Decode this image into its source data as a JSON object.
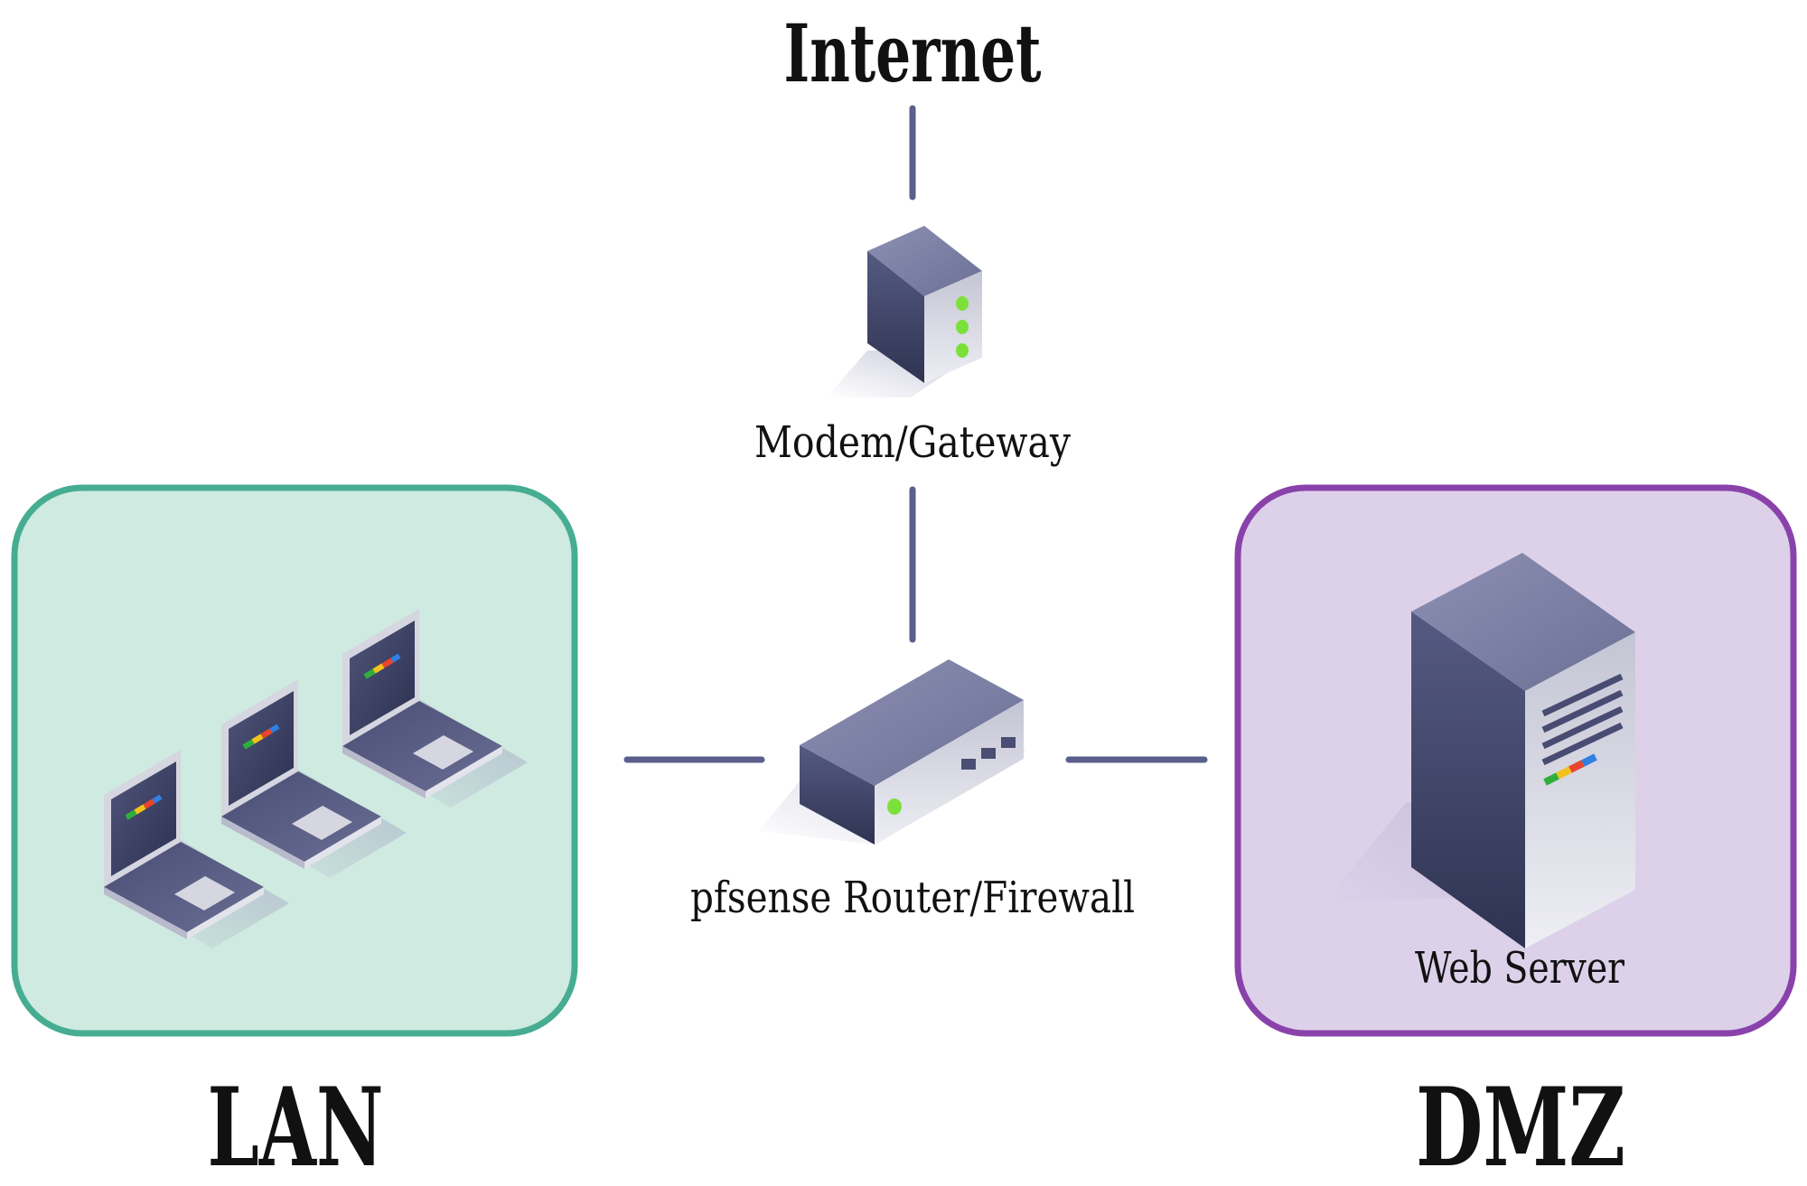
{
  "labels": {
    "internet": "Internet",
    "modem": "Modem/Gateway",
    "router": "pfsense Router/Firewall",
    "web_server": "Web Server",
    "lan": "LAN",
    "dmz": "DMZ"
  },
  "colors": {
    "link": "#5a5f8c",
    "lan_fill": "#cfeae0",
    "lan_border": "#46ad92",
    "dmz_fill": "#ddd1ea",
    "dmz_border": "#8a42ab",
    "device_top": "#7c7fa3",
    "device_left": "#3f4366",
    "device_right": "#d5d6e0",
    "led_green": "#7ce03b"
  },
  "icons": {
    "modem": "modem-icon",
    "router": "router-icon",
    "server": "server-icon",
    "laptop": "laptop-icon"
  }
}
